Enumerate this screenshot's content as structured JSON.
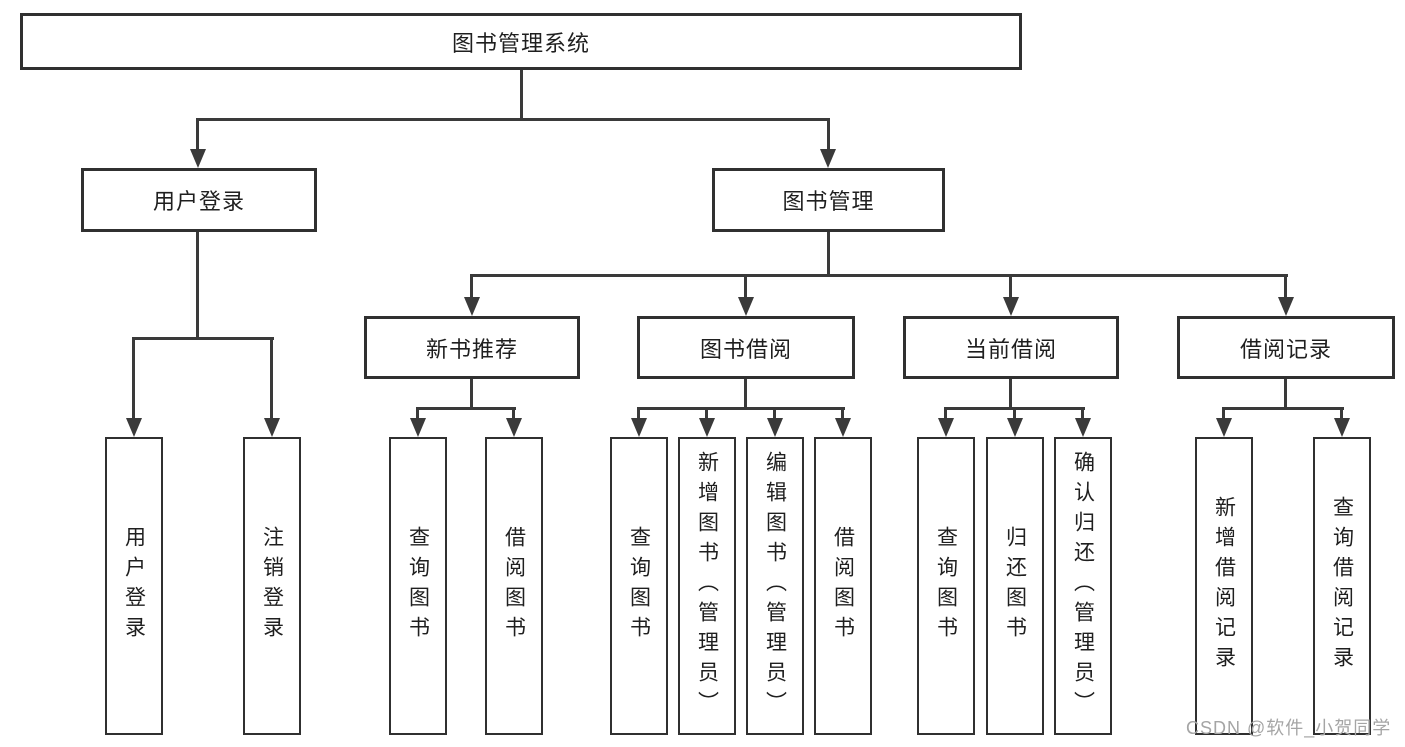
{
  "diagram_title": "图书管理系统",
  "tree": {
    "root": {
      "label": "图书管理系统"
    },
    "branches": [
      {
        "label": "用户登录",
        "children": [
          {
            "label": "用户登录"
          },
          {
            "label": "注销登录"
          }
        ]
      },
      {
        "label": "图书管理",
        "children": [
          {
            "label": "新书推荐",
            "children": [
              {
                "label": "查询图书"
              },
              {
                "label": "借阅图书"
              }
            ]
          },
          {
            "label": "图书借阅",
            "children": [
              {
                "label": "查询图书"
              },
              {
                "label": "新增图书（管理员）"
              },
              {
                "label": "编辑图书（管理员）"
              },
              {
                "label": "借阅图书"
              }
            ]
          },
          {
            "label": "当前借阅",
            "children": [
              {
                "label": "查询图书"
              },
              {
                "label": "归还图书"
              },
              {
                "label": "确认归还（管理员）"
              }
            ]
          },
          {
            "label": "借阅记录",
            "children": [
              {
                "label": "新增借阅记录"
              },
              {
                "label": "查询借阅记录"
              }
            ]
          }
        ]
      }
    ]
  },
  "watermark": "CSDN @软件_小贺同学",
  "colors": {
    "line": "#3a3a3a",
    "box_border": "#303030",
    "text": "#1f1f1f",
    "watermark": "#a5a5a5",
    "background": "#ffffff"
  }
}
